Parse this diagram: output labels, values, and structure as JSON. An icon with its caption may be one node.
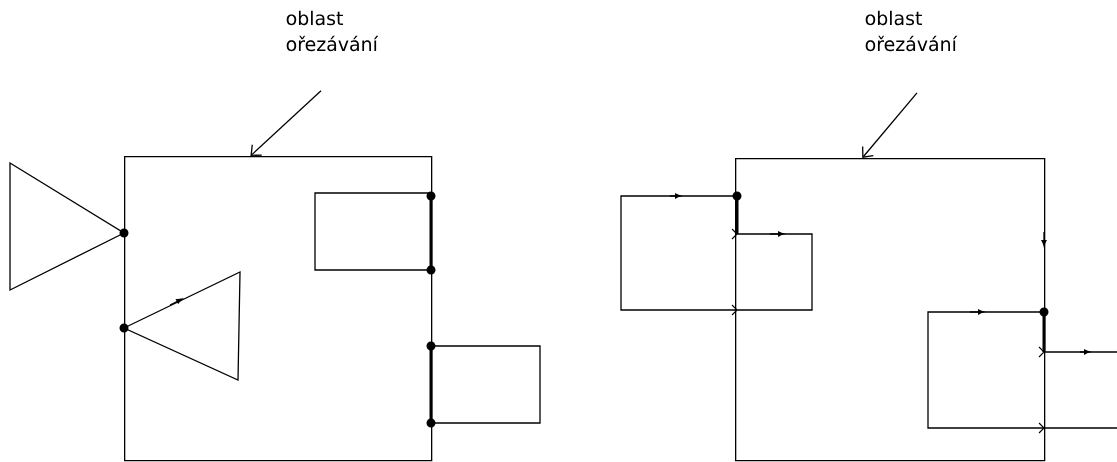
{
  "diagram": {
    "nodes": [
      {
        "text": [
          "oblast ořezávání"
        ]
      },
      {
        "text": [],
        "shape": "box"
      },
      {
        "text": [
          "oblast ořezávání"
        ]
      },
      {
        "text": [],
        "shape": "box"
      }
    ],
    "edges": [
      {
        "from": 0,
        "to": 1,
        "arrow": "to"
      },
      {
        "from": 2,
        "to": 3,
        "arrow": "to"
      }
    ]
  }
}
